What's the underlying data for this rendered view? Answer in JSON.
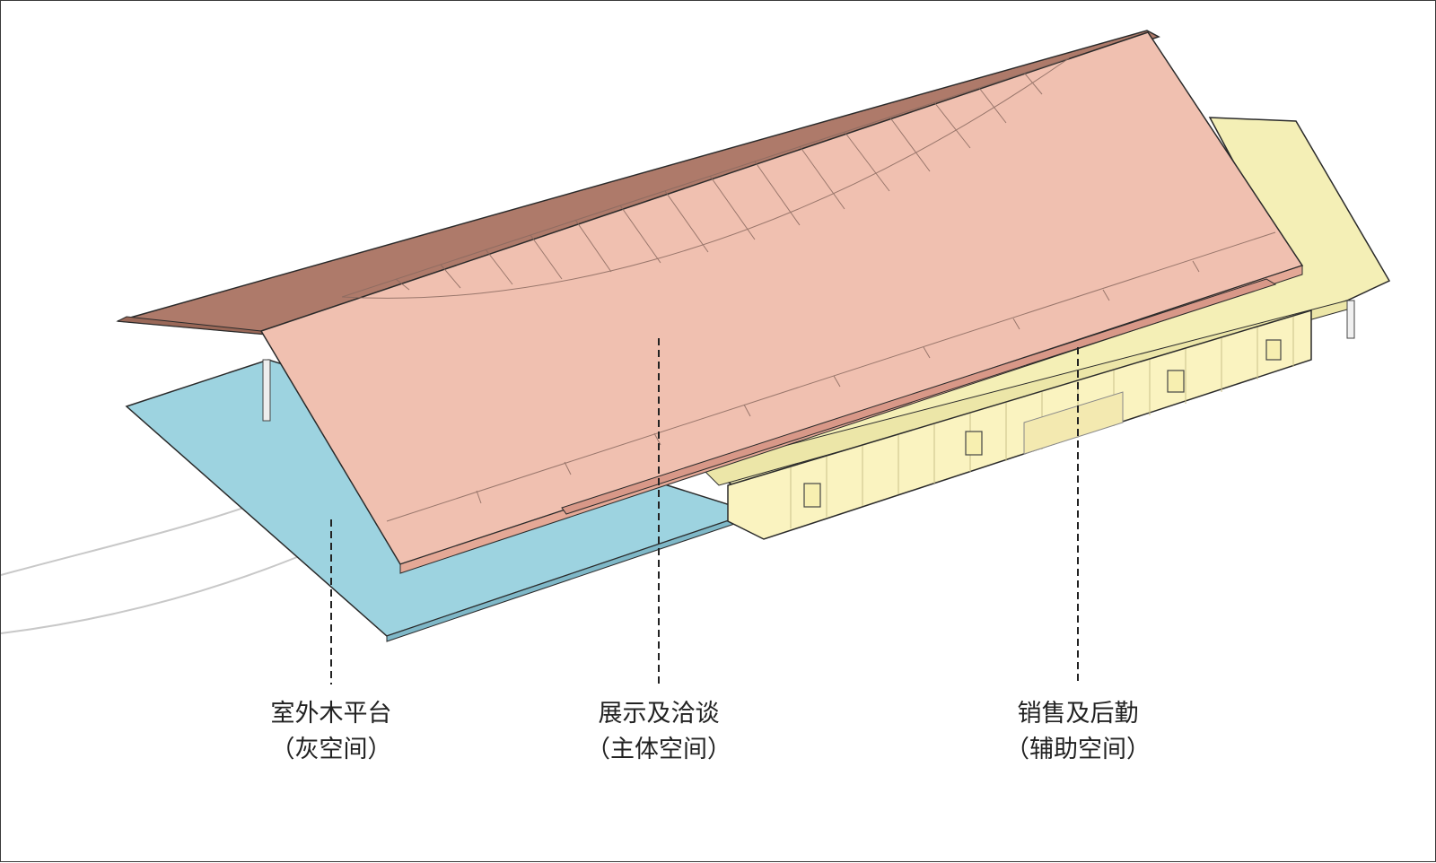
{
  "labels": [
    {
      "line1": "室外木平台",
      "line2": "（灰空间）"
    },
    {
      "line1": "展示及洽谈",
      "line2": "（主体空间）"
    },
    {
      "line1": "销售及后勤",
      "line2": "（辅助空间）"
    }
  ],
  "colors": {
    "deck": "#9dd3e0",
    "roof_main": "#f0c0b0",
    "roof_back": "#ae7a6a",
    "annex_wall": "#faf3c0",
    "annex_roof": "#f4efb6",
    "outline": "#2a2a2a"
  }
}
